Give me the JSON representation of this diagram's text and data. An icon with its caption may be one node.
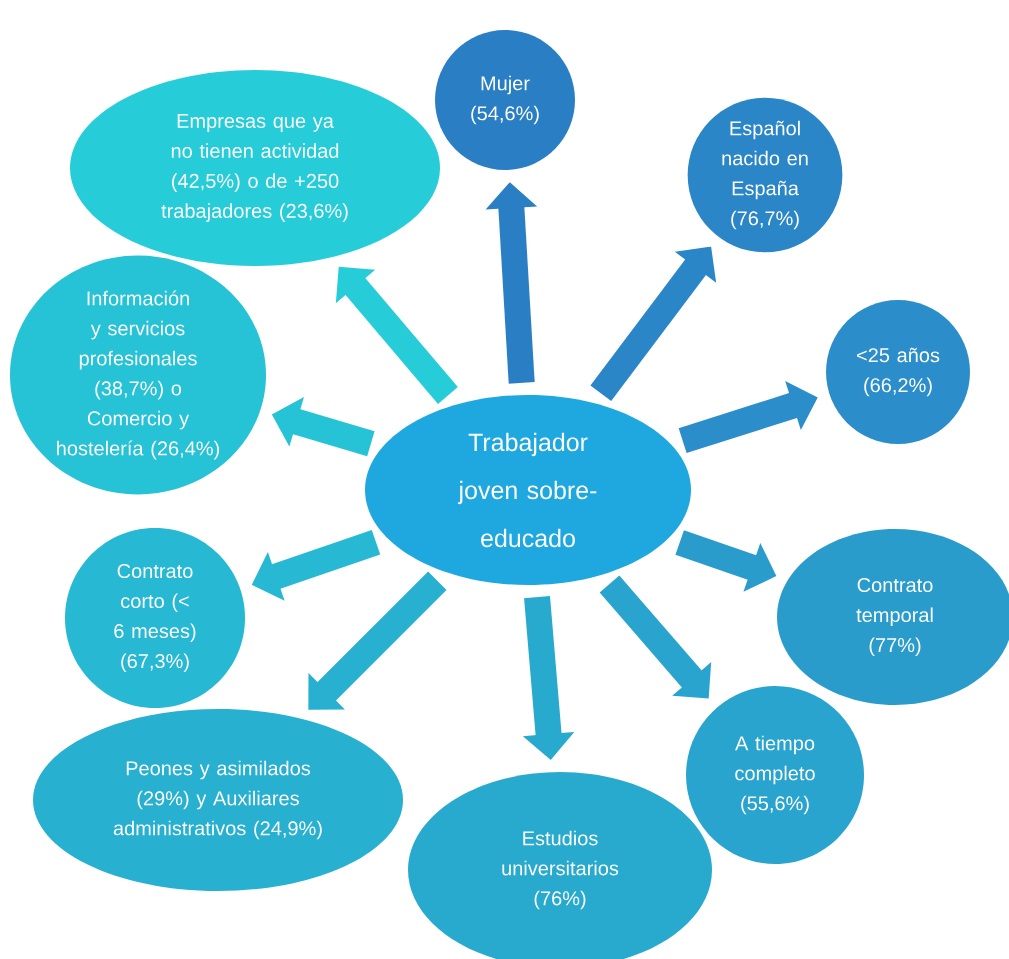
{
  "diagram": {
    "nodes": [
      {
        "text": [
          "Trabajador joven sobre-educado"
        ]
      },
      {
        "text": [
          "Mujer (54,6%)"
        ]
      },
      {
        "text": [
          "Español nacido en España (76,7%)"
        ]
      },
      {
        "text": [
          "<25 años (66,2%)"
        ]
      },
      {
        "text": [
          "Contrato temporal (77%)"
        ]
      },
      {
        "text": [
          "A tiempo completo (55,6%)"
        ]
      },
      {
        "text": [
          "Estudios universitarios (76%)"
        ]
      },
      {
        "text": [
          "Peones y asimilados (29%) y Auxiliares administrativos (24,9%)"
        ]
      },
      {
        "text": [
          "Contrato corto (< 6 meses) (67,3%)"
        ]
      },
      {
        "text": [
          "Información y servicios profesionales (38,7%) o Comercio y hostelería (26,4%)"
        ]
      },
      {
        "text": [
          "Empresas que ya no tienen actividad (42,5%) o de +250 trabajadores (23,6%)"
        ]
      }
    ],
    "edges": [
      {
        "from": 0,
        "to": 1,
        "arrow": "to"
      },
      {
        "from": 0,
        "to": 2,
        "arrow": "to"
      },
      {
        "from": 0,
        "to": 3,
        "arrow": "to"
      },
      {
        "from": 0,
        "to": 4,
        "arrow": "to"
      },
      {
        "from": 0,
        "to": 5,
        "arrow": "to"
      },
      {
        "from": 0,
        "to": 6,
        "arrow": "to"
      },
      {
        "from": 0,
        "to": 7,
        "arrow": "to"
      },
      {
        "from": 0,
        "to": 8,
        "arrow": "to"
      },
      {
        "from": 0,
        "to": 9,
        "arrow": "to"
      },
      {
        "from": 0,
        "to": 10,
        "arrow": "to"
      }
    ]
  }
}
